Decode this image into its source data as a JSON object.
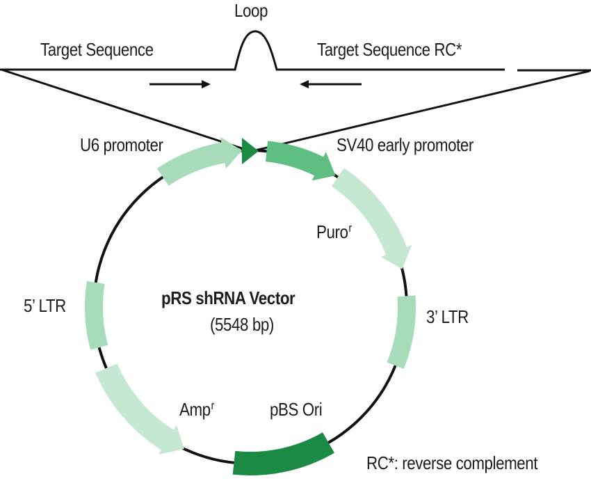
{
  "insert": {
    "loop_label": "Loop",
    "target_label": "Target Sequence",
    "target_rc_label": "Target Sequence RC*"
  },
  "vector": {
    "name": "pRS shRNA Vector",
    "size": "(5548 bp)"
  },
  "features": {
    "u6": "U6 promoter",
    "sv40": "SV40 early promoter",
    "puro": "Puro",
    "puro_sup": "r",
    "ltr3": "3’ LTR",
    "ltr5": "5’ LTR",
    "amp": "Amp",
    "amp_sup": "r",
    "ori": "pBS Ori"
  },
  "footnote": "RC*: reverse complement",
  "colors": {
    "dark_green": "#1a8a45",
    "mid_green": "#5fbe82",
    "light_green": "#a8dbb9",
    "pale_green": "#c6e8d2",
    "line": "#111111"
  }
}
